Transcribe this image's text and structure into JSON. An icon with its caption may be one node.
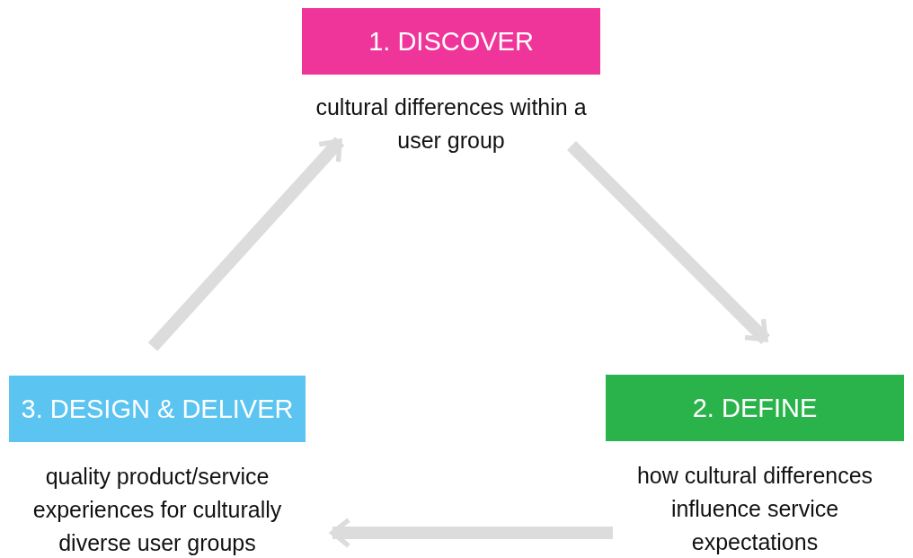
{
  "diagram": {
    "nodes": [
      {
        "text": [
          "1. DISCOVER"
        ],
        "beside": [
          "cultural differences within a user group"
        ]
      },
      {
        "text": [
          "2. DEFINE"
        ],
        "beside": [
          "how cultural differences influence service expectations"
        ]
      },
      {
        "text": [
          "3. DESIGN & DELIVER"
        ],
        "beside": [
          "quality product/service experiences for culturally diverse user groups"
        ]
      }
    ],
    "edges": [
      {
        "from": 2,
        "to": 0,
        "arrow": "to"
      },
      {
        "from": 0,
        "to": 1,
        "arrow": "to"
      },
      {
        "from": 1,
        "to": 2,
        "arrow": "to"
      }
    ]
  }
}
